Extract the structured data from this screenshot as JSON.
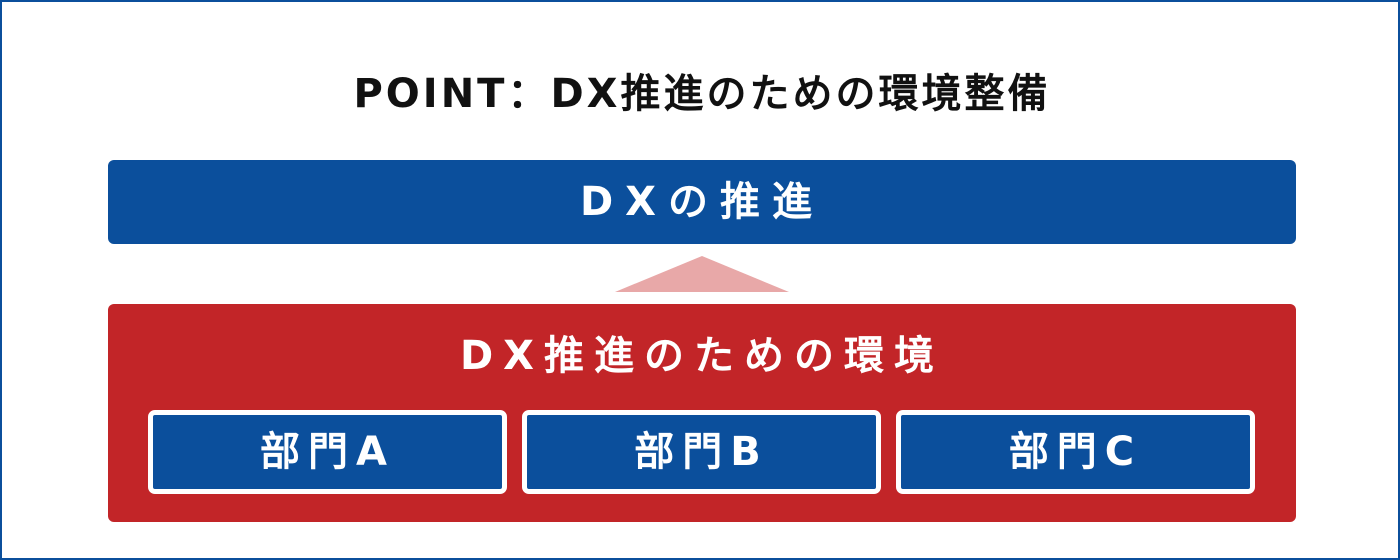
{
  "title": "POINT：DX推進のための環境整備",
  "top_bar": {
    "label": "DXの推進",
    "color": "#0b4f9c"
  },
  "arrow": {
    "direction": "up",
    "color": "#e8a8a8"
  },
  "environment": {
    "label": "DX推進のための環境",
    "color": "#c22528",
    "departments": [
      {
        "label": "部門A"
      },
      {
        "label": "部門B"
      },
      {
        "label": "部門C"
      }
    ]
  },
  "colors": {
    "frame_border": "#0b4f9c",
    "blue": "#0b4f9c",
    "red": "#c22528",
    "arrow_pink": "#e8a8a8",
    "text_dark": "#111111",
    "text_light": "#ffffff"
  }
}
